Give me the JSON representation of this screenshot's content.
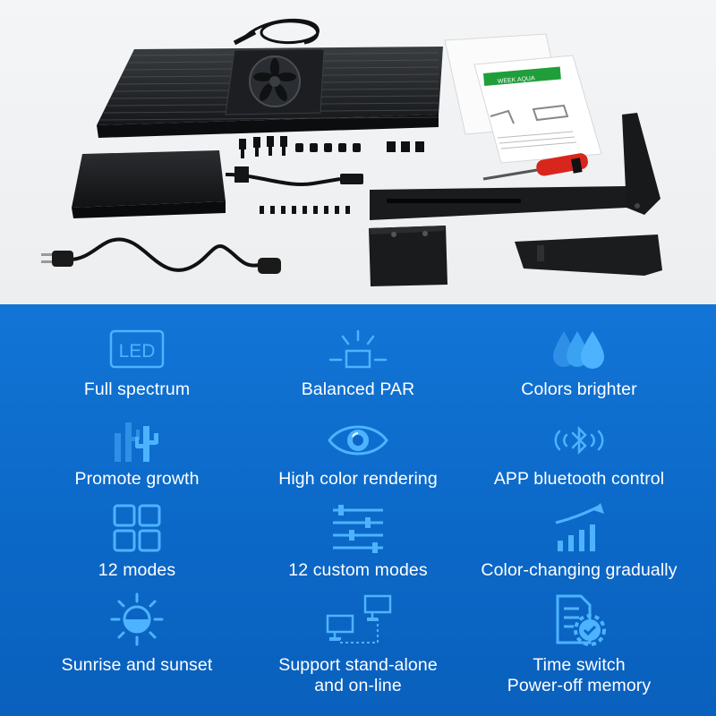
{
  "product_photo": {
    "manual_brand": "WEEK AQUA"
  },
  "features": {
    "items": [
      {
        "label": "Full spectrum",
        "icon": "led-icon",
        "icon_text": "LED"
      },
      {
        "label": "Balanced PAR",
        "icon": "light-bulb-rays-icon"
      },
      {
        "label": "Colors brighter",
        "icon": "water-drops-icon"
      },
      {
        "label": "Promote growth",
        "icon": "aquatic-plant-icon"
      },
      {
        "label": "High color rendering",
        "icon": "eye-icon"
      },
      {
        "label": "APP bluetooth control",
        "icon": "bluetooth-signal-icon"
      },
      {
        "label": "12 modes",
        "icon": "grid-squares-icon"
      },
      {
        "label": "12 custom modes",
        "icon": "sliders-icon"
      },
      {
        "label": "Color-changing gradually",
        "icon": "rising-bars-icon"
      },
      {
        "label": "Sunrise and sunset",
        "icon": "sun-half-icon"
      },
      {
        "label_line1": "Support stand-alone",
        "label_line2": "and on-line",
        "icon": "network-computers-icon"
      },
      {
        "label_line1": "Time switch",
        "label_line2": "Power-off memory",
        "icon": "document-gear-icon"
      }
    ]
  },
  "colors": {
    "panel_blue": "#0b67c6",
    "icon_blue": "#4db3ff",
    "text_white": "#ffffff"
  }
}
